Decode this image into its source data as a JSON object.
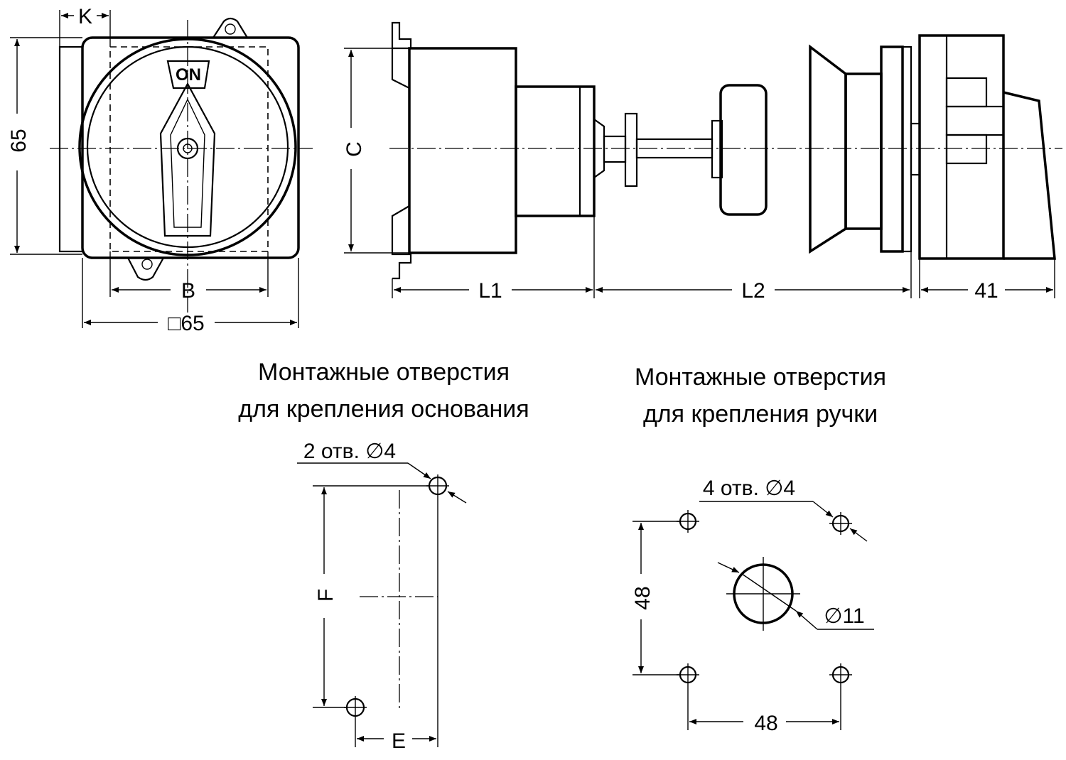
{
  "front_view": {
    "knob_label": "ON",
    "dim_k": "K",
    "dim_height": "65",
    "dim_b": "B",
    "dim_width": "□65"
  },
  "side_view": {
    "dim_c": "C",
    "dim_l1": "L1",
    "dim_l2": "L2",
    "dim_41": "41"
  },
  "base_mounting": {
    "title_line1": "Монтажные отверстия",
    "title_line2": "для крепления основания",
    "holes_note": "2 отв. ∅4",
    "dim_f": "F",
    "dim_e": "E"
  },
  "handle_mounting": {
    "title_line1": "Монтажные отверстия",
    "title_line2": "для крепления ручки",
    "holes_note": "4 отв. ∅4",
    "center_hole": "∅11",
    "dim_vertical": "48",
    "dim_horizontal": "48"
  }
}
